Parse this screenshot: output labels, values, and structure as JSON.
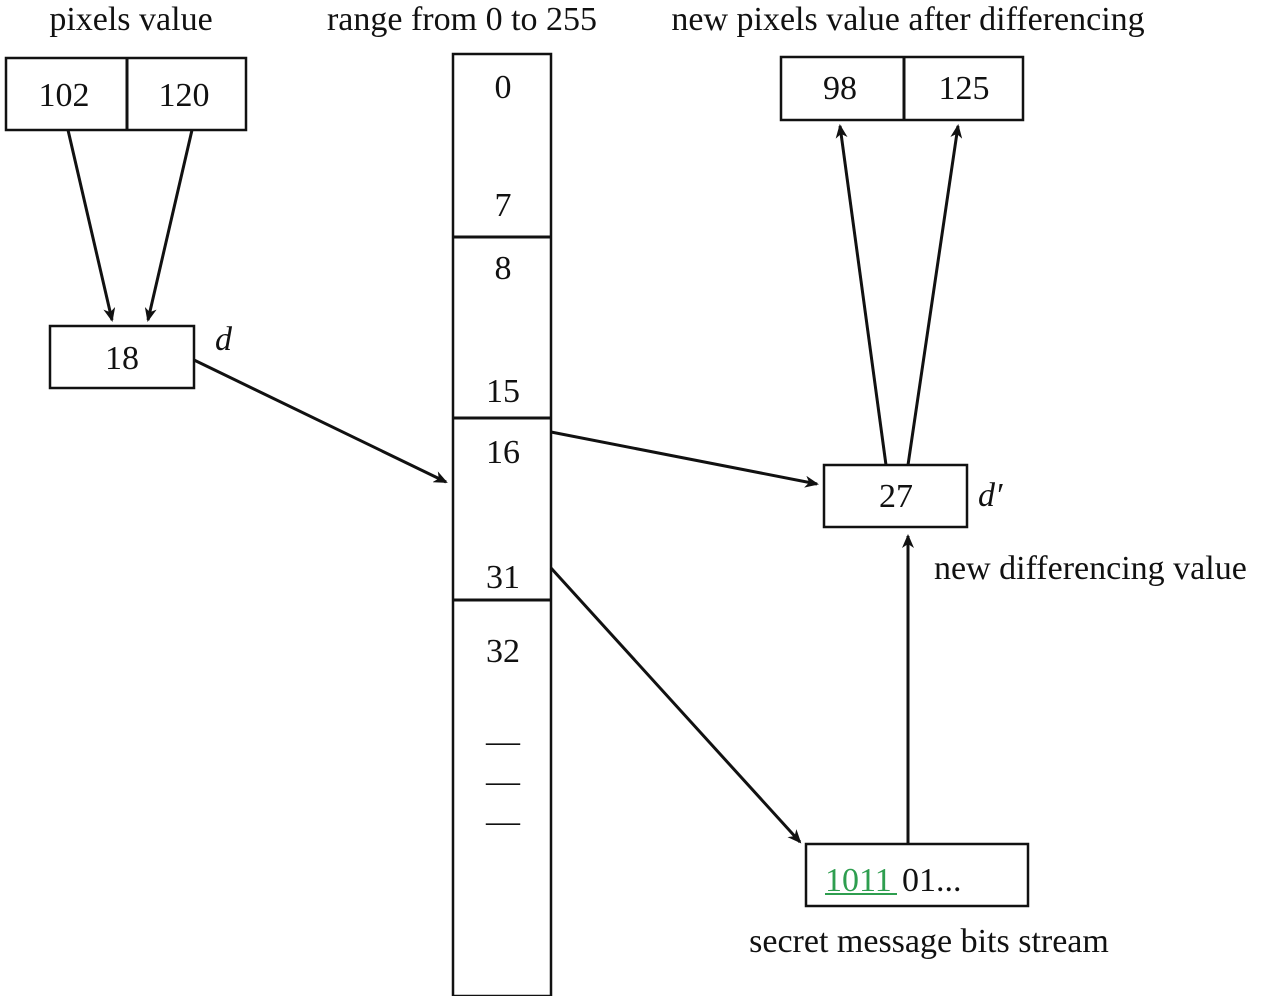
{
  "labels": {
    "pixels_value": "pixels  value",
    "range": "range from 0 to 255",
    "new_pixels": "new pixels value after differencing",
    "d": "d",
    "d_prime": "d′",
    "new_differencing": "new differencing value",
    "secret_stream": "secret message bits stream"
  },
  "pixels": [
    "102",
    "120"
  ],
  "difference": "18",
  "ranges": [
    {
      "start": "0",
      "end": "7"
    },
    {
      "start": "8",
      "end": "15"
    },
    {
      "start": "16",
      "end": "31"
    },
    {
      "start": "32",
      "end": ""
    }
  ],
  "range_continuation": [
    "—",
    "—",
    "—"
  ],
  "new_difference": "27",
  "new_pixels": [
    "98",
    "125"
  ],
  "bits": {
    "highlighted": "1011",
    "rest": "01...",
    "highlight_color": "#2e9e4f"
  }
}
